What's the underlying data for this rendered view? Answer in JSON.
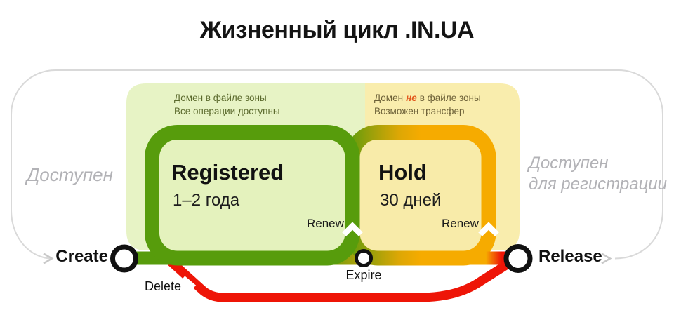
{
  "title": "Жизненный цикл .IN.UA",
  "registered_zone": {
    "note_line1": "Домен в файле зоны",
    "note_line2": "Все операции доступны",
    "state": "Registered",
    "duration": "1–2 года",
    "renew_label": "Renew"
  },
  "hold_zone": {
    "note_pre": "Домен",
    "note_not": "не",
    "note_post": "в файле зоны",
    "note_line2": "Возможен трансфер",
    "state": "Hold",
    "duration": "30 дней",
    "renew_label": "Renew"
  },
  "timeline": {
    "create": "Create",
    "expire": "Expire",
    "release": "Release",
    "delete": "Delete"
  },
  "outside": {
    "left_label": "Доступен",
    "right_label_line1": "Доступен",
    "right_label_line2": "для регистрации"
  },
  "colors": {
    "loop_green": "#579c0c",
    "panel_green": "#e7f3c5",
    "loop_inner_green": "#e4f2bd",
    "loop_orange": "#f6ab00",
    "panel_yellow": "#f9edad",
    "loop_inner_yellow": "#f8eba9",
    "delete_red": "#ee1507",
    "outside_gray": "#b2b2b6",
    "not_red": "#e2581d"
  }
}
